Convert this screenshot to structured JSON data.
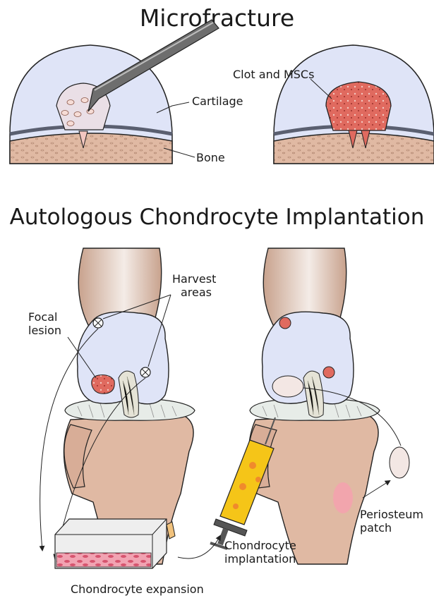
{
  "titles": {
    "microfracture": "Microfracture",
    "aci": "Autologous Chondrocyte Implantation"
  },
  "labels": {
    "cartilage": "Cartilage",
    "bone": "Bone",
    "clot": "Clot and MSCs",
    "harvest_line1": "Harvest",
    "harvest_line2": "areas",
    "focal_line1": "Focal",
    "focal_line2": "lesion",
    "expansion": "Chondrocyte expansion",
    "implant_line1": "Chondrocyte",
    "implant_line2": "implantation",
    "patch_line1": "Periosteum",
    "patch_line2": "patch"
  },
  "colors": {
    "cartilage": "#dfe4f7",
    "bone": "#e0b9a3",
    "lesion": "#d9534f",
    "syringe_fill": "#f5c518",
    "patch": "#f3e7e4"
  }
}
